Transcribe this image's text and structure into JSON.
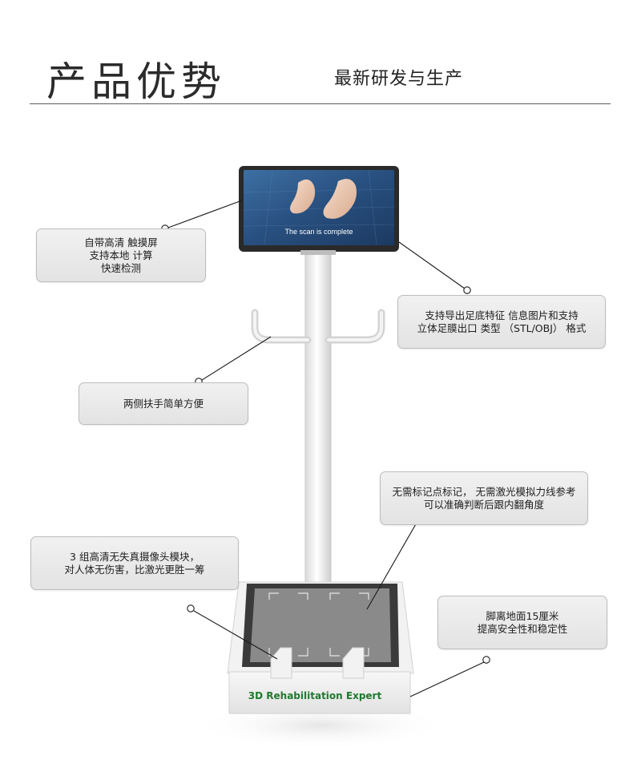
{
  "header": {
    "title": "产品优势",
    "subtitle": "最新研发与生产"
  },
  "screen": {
    "caption": "The scan is complete"
  },
  "base": {
    "brand_label": "3D Rehabilitation Expert"
  },
  "callouts": [
    {
      "lines": [
        "自带高清 触摸屏",
        "支持本地 计算",
        "快速检测"
      ]
    },
    {
      "lines": [
        "支持导出足底特征 信息图片和支持",
        "立体足膜出口 类型 （STL/OBJ） 格式"
      ]
    },
    {
      "lines": [
        "两侧扶手简单方便"
      ]
    },
    {
      "lines": [
        "无需标记点标记， 无需激光模拟力线参考",
        "可以准确判断后跟内翻角度"
      ]
    },
    {
      "lines": [
        "3 组高清无失真摄像头模块，",
        "对人体无伤害，比激光更胜一筹"
      ]
    },
    {
      "lines": [
        "脚离地面15厘米",
        "提高安全性和稳定性"
      ]
    }
  ],
  "colors": {
    "brand_green": "#1f7a2e",
    "screen_blue": "#2c5a8c",
    "callout_bg": "#e8e8e8"
  }
}
